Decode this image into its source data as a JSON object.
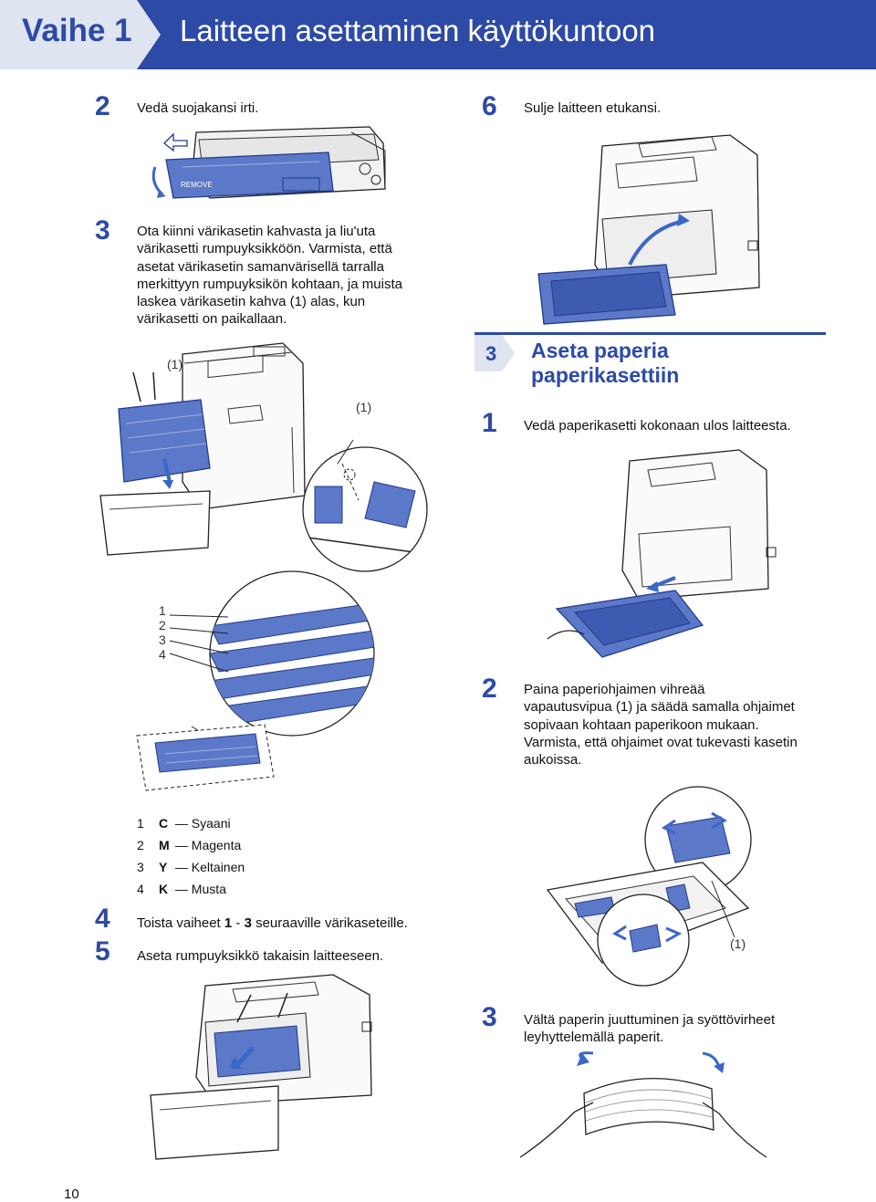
{
  "header": {
    "step_label": "Vaihe 1",
    "title": "Laitteen asettaminen käyttökuntoon"
  },
  "left_column": {
    "step2": {
      "num": "2",
      "text": "Vedä suojakansi irti."
    },
    "step3": {
      "num": "3",
      "lines": [
        "Ota kiinni värikasetin kahvasta ja liu'uta",
        "värikasetti rumpuyksikköön. Varmista, että",
        "asetat värikasetin samanvärisellä tarralla",
        "merkittyyn rumpuyksikön kohtaan, ja muista",
        "laskea värikasetin kahva (1) alas, kun",
        "värikasetti on paikallaan."
      ],
      "callout_a": "(1)",
      "callout_b": "(1)"
    },
    "drum_labels": [
      "1",
      "2",
      "3",
      "4"
    ],
    "color_key": [
      {
        "num": "1",
        "letter": "C",
        "dash": "—",
        "name": "Syaani"
      },
      {
        "num": "2",
        "letter": "M",
        "dash": "—",
        "name": "Magenta"
      },
      {
        "num": "3",
        "letter": "Y",
        "dash": "—",
        "name": "Keltainen"
      },
      {
        "num": "4",
        "letter": "K",
        "dash": "—",
        "name": "Musta"
      }
    ],
    "step4": {
      "num": "4",
      "text_pre": "Toista vaiheet ",
      "from": "1",
      "sep": " - ",
      "to": "3",
      "text_post": " seuraaville värikaseteille."
    },
    "step5": {
      "num": "5",
      "text": "Aseta rumpuyksikkö takaisin laitteeseen."
    }
  },
  "right_column": {
    "step6": {
      "num": "6",
      "text": "Sulje laitteen etukansi."
    },
    "section": {
      "num": "3",
      "title_line1": "Aseta paperia",
      "title_line2": "paperikasettiin"
    },
    "step1": {
      "num": "1",
      "text": "Vedä paperikasetti kokonaan ulos laitteesta."
    },
    "step2": {
      "num": "2",
      "lines": [
        "Paina paperiohjaimen vihreää",
        "vapautusvipua (1) ja säädä samalla ohjaimet",
        "sopivaan kohtaan paperikoon mukaan.",
        "Varmista, että ohjaimet ovat tukevasti kasetin",
        "aukoissa."
      ],
      "callout": "(1)"
    },
    "step3": {
      "num": "3",
      "lines": [
        "Vältä paperin juuttuminen ja syöttövirheet",
        "leyhyttelemällä paperit."
      ]
    }
  },
  "page_number": "10",
  "colors": {
    "brand_blue": "#2c4aa6",
    "light_blue": "#7f96d4",
    "arrow_blue": "#3a67c8"
  }
}
